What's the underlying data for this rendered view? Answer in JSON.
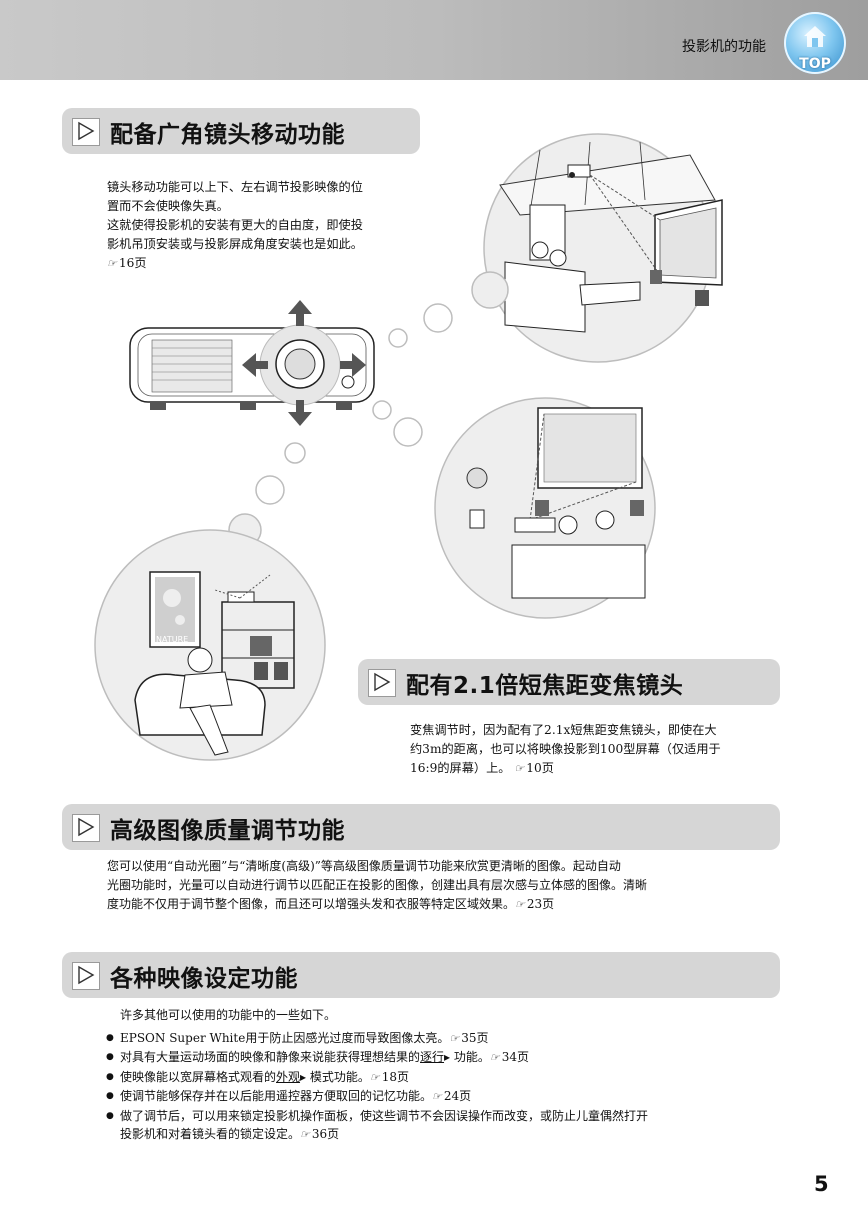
{
  "header": {
    "title": "投影机的功能",
    "top_label": "TOP",
    "top_icon": "home-icon"
  },
  "sections": {
    "lens_shift": {
      "title": "配备广角镜头移动功能",
      "lines": [
        "镜头移动功能可以上下、左右调节投影映像的位",
        "置而不会使映像失真。",
        "这就使得投影机的安装有更大的自由度，即使投",
        "影机吊顶安装或与投影屏成角度安装也是如此。"
      ],
      "ref": "16页"
    },
    "zoom": {
      "title": "配有2.1倍短焦距变焦镜头",
      "lines": [
        "变焦调节时，因为配有了2.1x短焦距变焦镜头，即使在大",
        "约3m的距离，也可以将映像投影到100型屏幕（仅适用于",
        "16:9的屏幕）上。"
      ],
      "ref": "10页"
    },
    "image_quality": {
      "title": "高级图像质量调节功能",
      "lines": [
        "您可以使用“自动光圈”与“清晰度(高级)”等高级图像质量调节功能来欣赏更清晰的图像。起动自动",
        "光圈功能时，光量可以自动进行调节以匹配正在投影的图像，创建出具有层次感与立体感的图像。清晰",
        "度功能不仅用于调节整个图像，而且还可以增强头发和衣服等特定区域效果。"
      ],
      "ref": "23页"
    },
    "settings": {
      "title": "各种映像设定功能",
      "intro": "许多其他可以使用的功能中的一些如下。",
      "items": [
        {
          "text": "EPSON Super White用于防止因感光过度而导致图像太亮。",
          "ref": "35页"
        },
        {
          "pre": "对具有大量运动场面的映像和静像来说能获得理想结果的",
          "link": "逐行",
          "post": " 功能。",
          "ref": "34页"
        },
        {
          "pre": "使映像能以宽屏幕格式观看的",
          "link": "外观",
          "post": " 模式功能。",
          "ref": "18页"
        },
        {
          "text": "使调节能够保存并在以后能用遥控器方便取回的记忆功能。",
          "ref": "24页"
        },
        {
          "text": "做了调节后，可以用来锁定投影机操作面板，使这些调节不会因误操作而改变，或防止儿童偶然打开",
          "text2": "投影机和对着镜头看的锁定设定。",
          "ref": "36页"
        }
      ]
    }
  },
  "illustrations": {
    "poster_text": "NATURE"
  },
  "page_number": "5",
  "colors": {
    "section_bar": "#d6d6d6",
    "top_button": "#2f89c8"
  }
}
